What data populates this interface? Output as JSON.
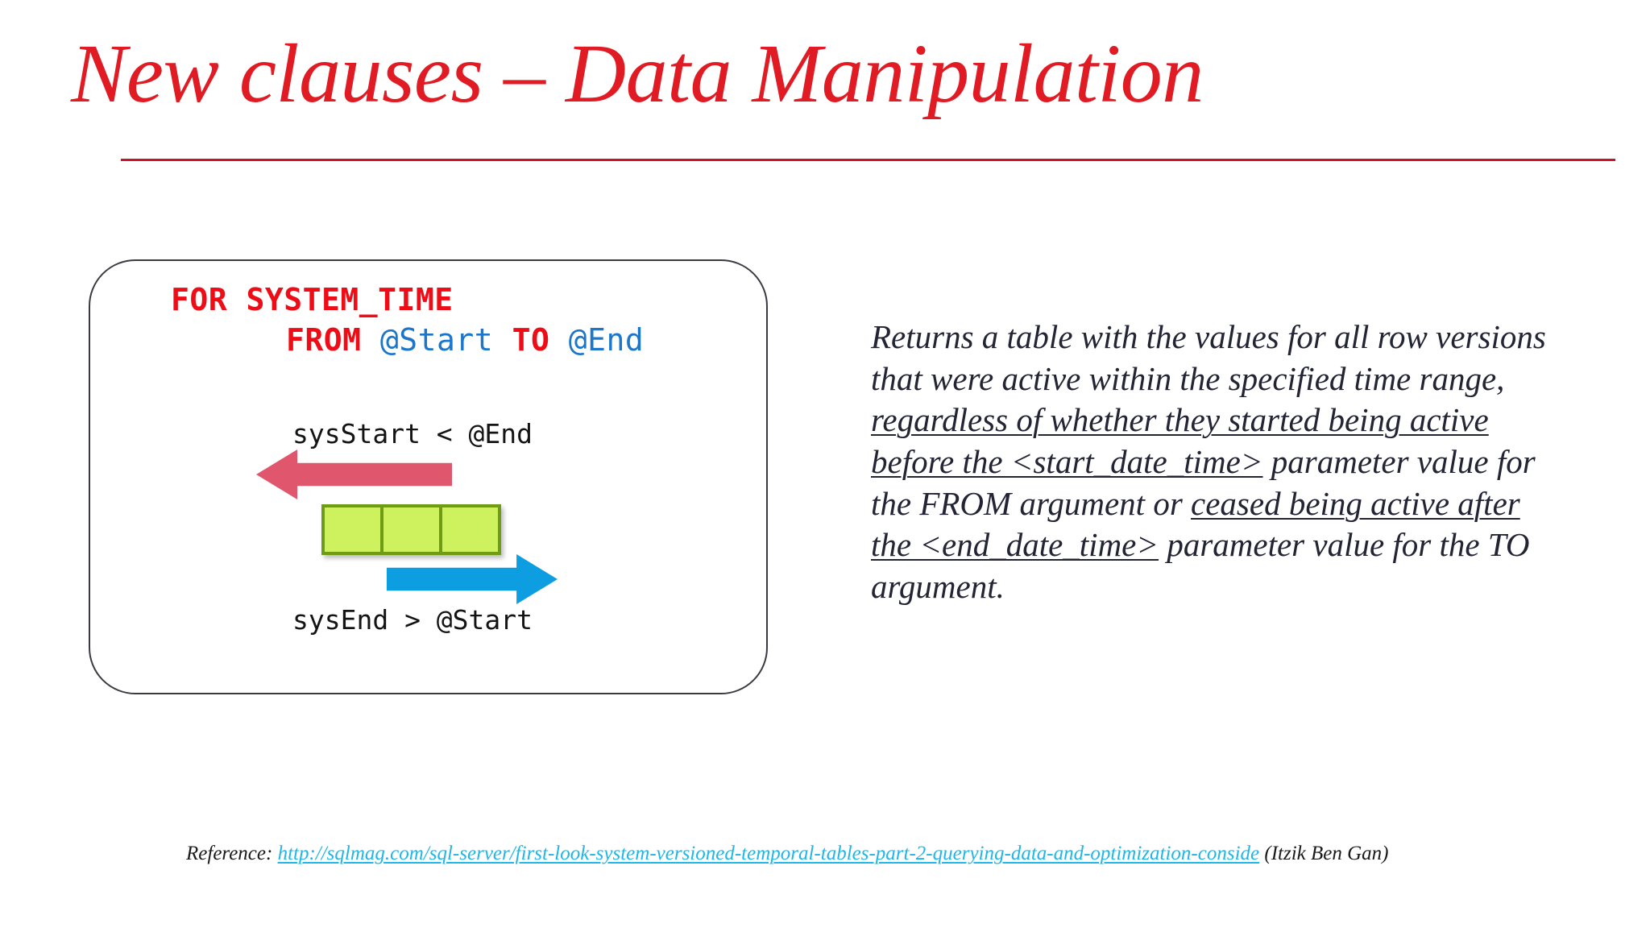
{
  "slide": {
    "title": "New clauses – Data Manipulation",
    "title_color": "#e01b24",
    "rule_color": "#c9142a",
    "background": "#ffffff"
  },
  "code_card": {
    "border_color": "#3a3a42",
    "line1": {
      "text": "FOR SYSTEM_TIME",
      "color": "#ee0d17"
    },
    "line2": {
      "from_keyword": "FROM",
      "start_param": "@Start",
      "to_keyword": "TO",
      "end_param": "@End",
      "keyword_color": "#ee0d17",
      "param_color": "#1c76c9"
    }
  },
  "diagram": {
    "top_label": "sysStart < @End",
    "bottom_label": "sysEnd > @Start",
    "left_arrow": {
      "name": "sysStart-less-than-end-arrow",
      "direction": "left",
      "color": "#e0566d"
    },
    "right_arrow": {
      "name": "sysEnd-greater-than-start-arrow",
      "direction": "right",
      "color": "#0d9ee1"
    },
    "row_versions": {
      "count": 3,
      "fill": "#cdf25e",
      "stroke": "#6f9c15"
    }
  },
  "description": {
    "part1": "Returns a table with the values for all row versions that were active within the specified time range, ",
    "underline1": "regardless of whether they started being active before the <start_date_time>",
    "part2": " parameter value for the FROM argument or ",
    "underline2": "ceased being active after the <end_date_time>",
    "part3": " parameter value for the TO argument.",
    "text_color": "#232434"
  },
  "reference": {
    "prefix": "Reference: ",
    "url": "http://sqlmag.com/sql-server/first-look-system-versioned-temporal-tables-part-2-querying-data-and-optimization-conside",
    "author": " (Itzik Ben Gan)",
    "link_color": "#1fb6e8"
  }
}
